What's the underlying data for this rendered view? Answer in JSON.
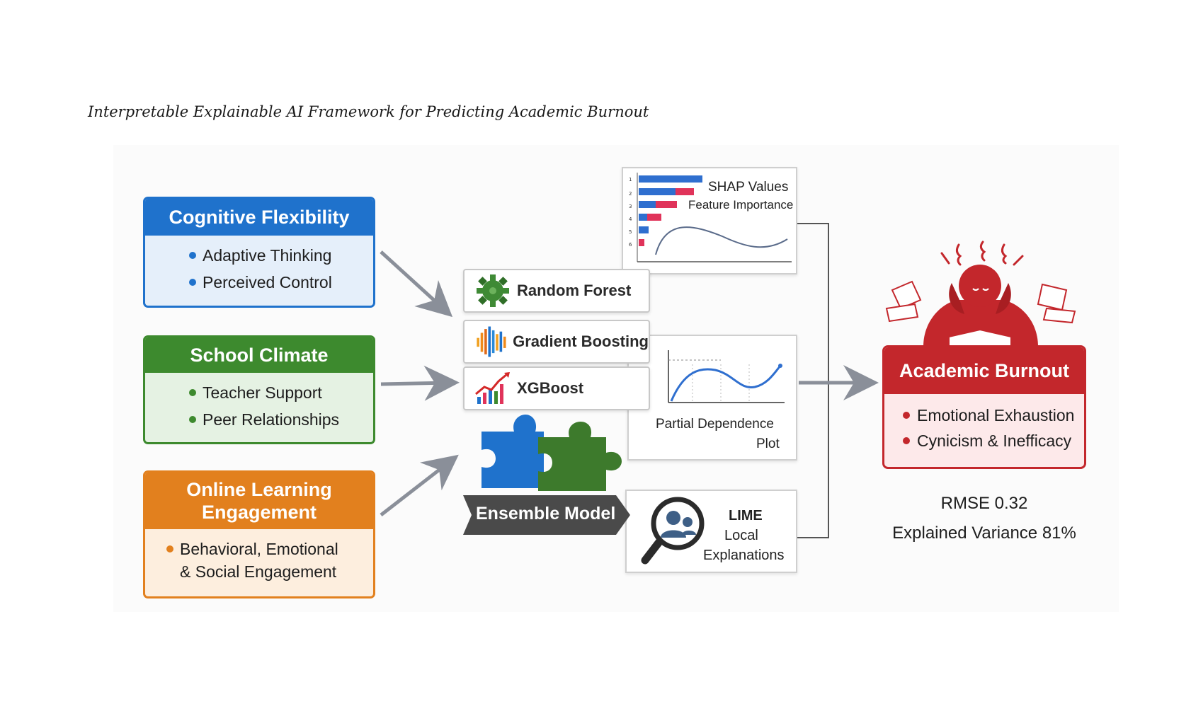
{
  "title": "Interpretable Explainable AI Framework for Predicting Academic Burnout",
  "inputs": {
    "cognitive_flexibility": {
      "title": "Cognitive Flexibility",
      "items": [
        "Adaptive Thinking",
        "Perceived Control"
      ]
    },
    "school_climate": {
      "title": "School Climate",
      "items": [
        "Teacher Support",
        "Peer Relationships"
      ]
    },
    "online_learning": {
      "title_line1": "Online Learning",
      "title_line2": "Engagement",
      "item_line1": "Behavioral, Emotional",
      "item_line2": "& Social Engagement"
    }
  },
  "models": {
    "random_forest": "Random Forest",
    "gradient_boosting": "Gradient Boosting",
    "xgboost": "XGBoost",
    "ensemble": "Ensemble Model"
  },
  "explainers": {
    "shap": {
      "line1": "SHAP Values",
      "line2": "Feature Importance"
    },
    "pdp": {
      "line1": "Partial Dependence",
      "line2": "Plot"
    },
    "lime": {
      "line1": "LIME",
      "line2": "Local",
      "line3": "Explanations"
    }
  },
  "output": {
    "title": "Academic Burnout",
    "items": [
      "Emotional Exhaustion",
      "Cynicism & Inefficacy"
    ],
    "rmse": "RMSE  0.32",
    "variance": "Explained Variance 81%"
  },
  "colors": {
    "blue": "#1f72cc",
    "green": "#3d8a2e",
    "orange": "#e2801e",
    "red": "#c3272c",
    "arrow": "#8a8f99",
    "connector": "#555555",
    "banner": "#4a4a4a"
  },
  "icons": {
    "random_forest": "green-gear-icon",
    "gradient_boosting": "wave-bars-icon",
    "xgboost": "growth-chart-icon",
    "ensemble": "puzzle-icon",
    "lime": "magnifier-person-icon",
    "output": "stressed-student-icon"
  }
}
